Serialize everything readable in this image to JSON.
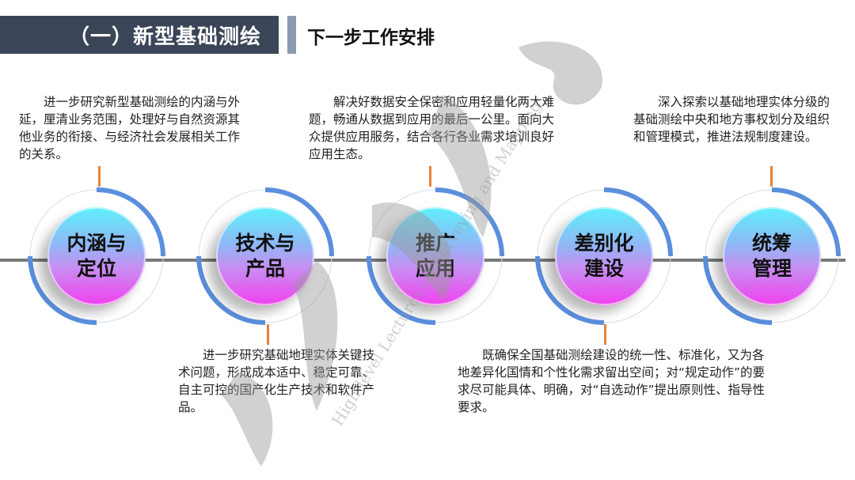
{
  "header": {
    "section_title": "（一）新型基础测绘",
    "subtitle": "下一步工作安排"
  },
  "colors": {
    "header_bg": "#3a4558",
    "accent_bar": "#8a9bb3",
    "ring": "#5b8fde",
    "connector": "#e8823a",
    "timeline": "#7a7a7a",
    "disc_gradient_top": "#5ef0fb",
    "disc_gradient_bottom": "#f040ee"
  },
  "nodes": [
    {
      "label": "内涵与\n定位",
      "description": "进一步研究新型基础测绘的内涵与外延，厘清业务范围，处理好与自然资源其他业务的衔接、与经济社会发展相关工作的关系。",
      "position": "top"
    },
    {
      "label": "技术与\n产品",
      "description": "进一步研究基础地理实体关键技术问题，形成成本适中、稳定可靠、自主可控的国产化生产技术和软件产品。",
      "position": "bottom"
    },
    {
      "label": "推广\n应用",
      "description": "解决好数据安全保密和应用轻量化两大难题，畅通从数据到应用的最后一公里。面向大众提供应用服务，结合各行各业需求培训良好应用生态。",
      "position": "top"
    },
    {
      "label": "差别化\n建设",
      "description": "既确保全国基础测绘建设的统一性、标准化，又为各地差异化国情和个性化需求留出空间；对“规定动作”的要求尽可能具体、明确，对“自选动作”提出原则性、指导性要求。",
      "position": "bottom"
    },
    {
      "label": "统筹\n管理",
      "description": "深入探索以基础地理实体分级的基础测绘中央和地方事权划分及组织和管理模式，推进法规制度建设。",
      "position": "top"
    }
  ],
  "watermark": {
    "text": "High-level Lectures on Surveying and Mapping"
  }
}
